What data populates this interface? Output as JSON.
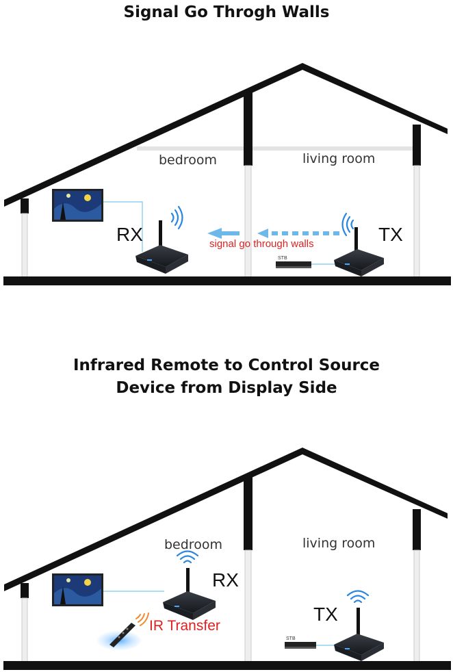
{
  "diagram1": {
    "title": "Signal Go Throgh Walls",
    "room_left": "bedroom",
    "room_right": "living room",
    "rx_label": "RX",
    "tx_label": "TX",
    "signal_label": "signal go through walls",
    "stb_label": "STB"
  },
  "diagram2": {
    "title_line1": "Infrared Remote to Control Source",
    "title_line2": "Device from Display Side",
    "room_left": "bedroom",
    "room_right": "living room",
    "rx_label": "RX",
    "tx_label": "TX",
    "ir_label": "IR Transfer",
    "stb_label": "STB"
  },
  "colors": {
    "structure": "#111111",
    "wireless": "#2a86e0",
    "signal_arrow": "#6cb8ea",
    "signal_text": "#e0201f",
    "cable": "#8fd0ee"
  }
}
